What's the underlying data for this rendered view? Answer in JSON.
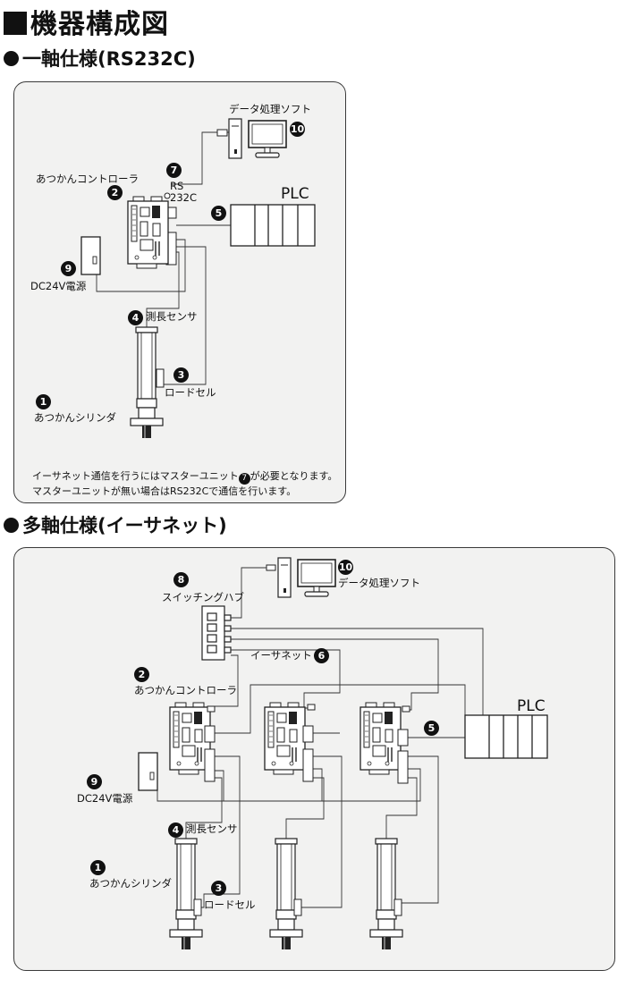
{
  "page_title": "機器構成図",
  "sections": {
    "single": {
      "heading": "一軸仕様(RS232C)",
      "labels": {
        "software": "データ処理ソフト",
        "controller": "あつかんコントローラ",
        "rs232c": "RS\n232C",
        "plc": "PLC",
        "power": "DC24V電源",
        "sensor": "測長センサ",
        "loadcell": "ロードセル",
        "cylinder": "あつかんシリンダ"
      },
      "note": {
        "line1_pre": "イーサネット通信を行うにはマスターユニット",
        "line1_badge": "7",
        "line1_post": "が必要となります。",
        "line2": "マスターユニットが無い場合はRS232Cで通信を行います。"
      }
    },
    "multi": {
      "heading": "多軸仕様(イーサネット)",
      "labels": {
        "software": "データ処理ソフト",
        "hub": "スイッチングハブ",
        "ethernet": "イーサネット",
        "controller": "あつかんコントローラ",
        "plc": "PLC",
        "power": "DC24V電源",
        "sensor": "測長センサ",
        "cylinder": "あつかんシリンダ",
        "loadcell": "ロードセル"
      }
    }
  },
  "badges": {
    "cylinder": "1",
    "controller": "2",
    "loadcell": "3",
    "sensor": "4",
    "plc": "5",
    "ethernet": "6",
    "rs232c": "7",
    "hub": "8",
    "power": "9",
    "software": "10"
  },
  "colors": {
    "panel_bg": "#f2f2f1",
    "line": "#2a2a2a",
    "badge": "#111111"
  }
}
